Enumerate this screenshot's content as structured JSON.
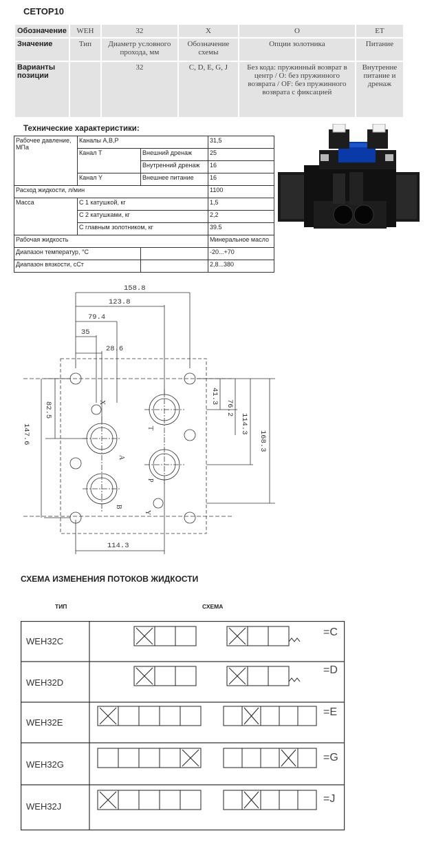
{
  "title": "CETOP10",
  "spec_table": {
    "header": [
      "Обозначение",
      "WEH",
      "32",
      "X",
      "O",
      "ET"
    ],
    "meaning": [
      "Значение",
      "Тип",
      "Диаметр условного прохода, мм",
      "Обозначение схемы",
      "Опции золотника",
      "Питание"
    ],
    "variants": [
      "Варианты позиции",
      "",
      "32",
      "C, D, E, G, J",
      "Без кода: пружинный возврат в центр / О: без пружинного возврата / OF: без пружинного возврата с фиксацией",
      "Внутренне питание и дренаж"
    ]
  },
  "tech": {
    "title": "Технические характеристики:",
    "pressure_label": "Рабочее давление, МПа",
    "ports_abp": "Каналы A,B,P",
    "ports_abp_val": "31,5",
    "port_t": "Канал T",
    "ext_drain": "Внешний дренаж",
    "ext_drain_val": "25",
    "int_drain": "Внутренний дренаж",
    "int_drain_val": "16",
    "port_y": "Канал Y",
    "ext_supply": "Внешнее питание",
    "ext_supply_val": "16",
    "flow_label": "Расход жидкости, л/мин",
    "flow_val": "1100",
    "mass_label": "Масса",
    "coil1": "С 1 катушкой, кг",
    "coil1_val": "1,5",
    "coil2": "С 2 катушками, кг",
    "coil2_val": "2,2",
    "main": "С главным золотником, кг",
    "main_val": "39.5",
    "fluid_label": "Рабочая жидкость",
    "fluid_val": "Минеральное масло",
    "temp_label": "Диапазон температур, °C",
    "temp_val": "-20...+70",
    "visc_label": "Диапазон вязкости, сСт",
    "visc_val": "2,8...380"
  },
  "drawing": {
    "d1": "158.8",
    "d2": "123.8",
    "d3": "79.4",
    "d4": "35",
    "d5": "28.6",
    "d6": "41.3",
    "d7": "76.2",
    "d8": "114.3",
    "d9": "168.3",
    "d10": "82.5",
    "d11": "147.6",
    "d12": "114.3",
    "p_x": "X",
    "p_t": "T",
    "p_a": "A",
    "p_p": "P",
    "p_b": "B",
    "p_y": "Y"
  },
  "flow": {
    "title": "СХЕМА ИЗМЕНЕНИЯ ПОТОКОВ ЖИДКОСТИ",
    "col_type": "ТИП",
    "col_scheme": "СХЕМА",
    "rows": [
      {
        "type": "WEH32C",
        "eq": "=C"
      },
      {
        "type": "WEH32D",
        "eq": "=D"
      },
      {
        "type": "WEH32E",
        "eq": "=E"
      },
      {
        "type": "WEH32G",
        "eq": "=G"
      },
      {
        "type": "WEH32J",
        "eq": "=J"
      }
    ]
  }
}
